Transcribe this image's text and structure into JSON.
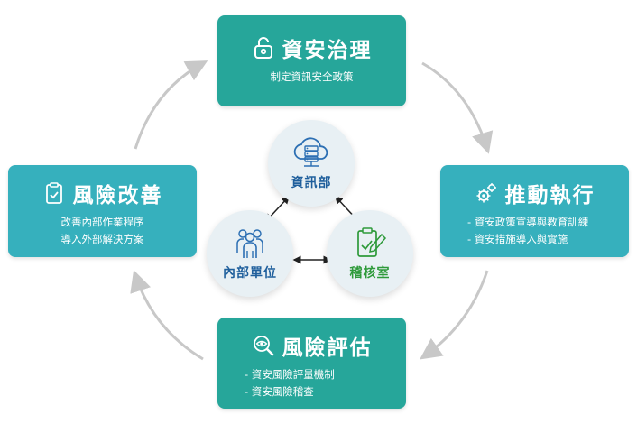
{
  "top": {
    "title": "資安治理",
    "lines": [
      "制定資訊安全政策"
    ]
  },
  "right": {
    "title": "推動執行",
    "lines": [
      "- 資安政策宣導與教育訓練",
      "- 資安措施導入與實施"
    ]
  },
  "bottom": {
    "title": "風險評估",
    "lines": [
      "- 資安風險評量機制",
      "- 資安風險稽查"
    ]
  },
  "left": {
    "title": "風險改善",
    "lines": [
      "改善內部作業程序",
      "導入外部解決方案"
    ]
  },
  "circles": {
    "top": "資訊部",
    "left": "內部單位",
    "right": "稽核室"
  },
  "colors": {
    "primary_box": "#26a69a",
    "secondary_box": "#36b0bd",
    "blue_label": "#1f5f9c",
    "green_label": "#2e9a3a",
    "arrow": "#c8c8c8"
  }
}
